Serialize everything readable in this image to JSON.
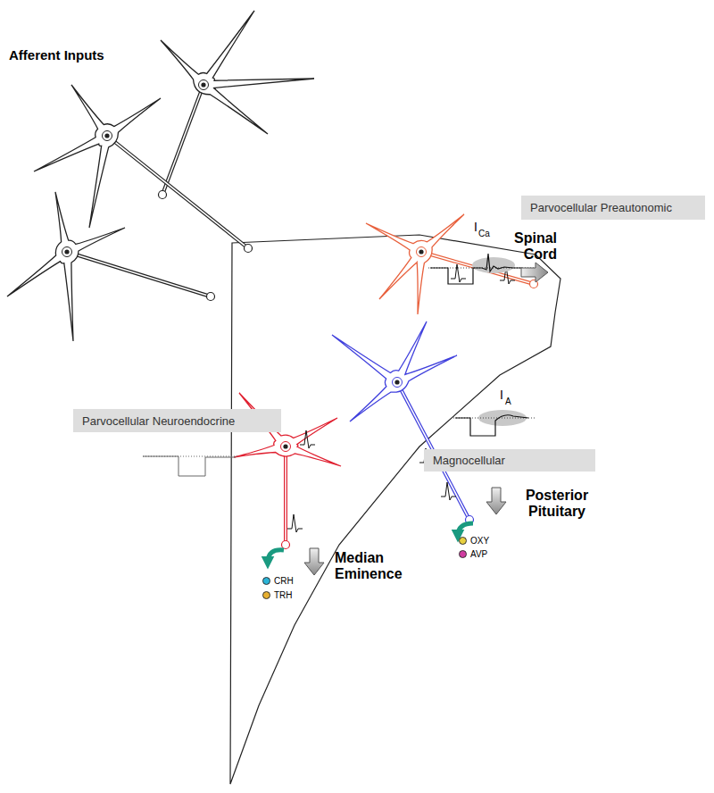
{
  "diagram": {
    "nodes": [
      {
        "text": [
          "Parvocellular Preautonomic"
        ]
      },
      {
        "text": [
          "Parvocellular Neuroendocrine"
        ]
      },
      {
        "text": [
          "Magnocellular"
        ]
      }
    ],
    "labels": [
      "Afferent Inputs",
      "I",
      "Ca",
      "Spinal Cord",
      "I",
      "A",
      "Median Eminence",
      "Posterior Pituitary"
    ],
    "legend": [
      {
        "text": "CRH",
        "color": "#2ab5d8"
      },
      {
        "text": "TRH",
        "color": "#e8b030"
      },
      {
        "text": "OXY",
        "color": "#e8d040"
      },
      {
        "text": "AVP",
        "color": "#d03ca0"
      }
    ]
  }
}
